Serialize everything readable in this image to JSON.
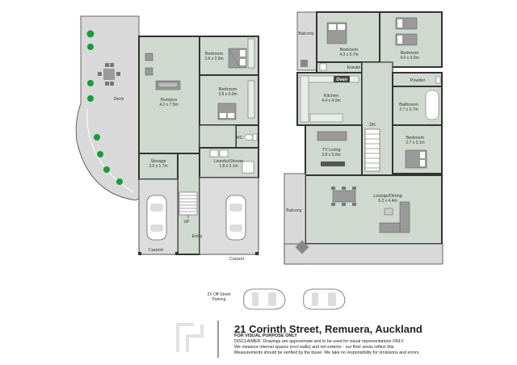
{
  "address": "21 Corinth Street, Remuera, Auckland",
  "visual_note": "FOR VISUAL PURPOSE ONLY",
  "disclaimer": [
    "DISCLAIMER:  Drawings are approximate and to be used for visual representations ONLY.",
    "We measure internal spaces (excl walls) and not exterior - our floor areas reflect this.",
    "Measurements should be verified by the buyer. We take no responsibility for omissions and errors."
  ],
  "parking_label": [
    "2X Off-Street",
    "Parking"
  ],
  "lower_floor": {
    "deck": "Deck",
    "rumpus": {
      "name": "Rumpus",
      "size": "4.2 x 7.5m"
    },
    "bedroom_top": {
      "name": "Bedroom",
      "size": "3.6 x 2.9m"
    },
    "bedroom_mid": {
      "name": "Bedroom",
      "size": "3.8 x 3.0m"
    },
    "wc": "WC",
    "storage": {
      "name": "Storage",
      "size": "3.0 x 1.7m"
    },
    "laundry": {
      "name": "Laundry/Shower",
      "size": "1.8 x 2.1m"
    },
    "up": "UP",
    "entry": "Entry",
    "carport_left": "Carport",
    "carport_right": "Carport"
  },
  "upper_floor": {
    "balcony_top": "Balcony",
    "bedroom_master": {
      "name": "Bedroom",
      "size": "4.3 x 3.7m"
    },
    "bedroom_right": {
      "name": "Bedroom",
      "size": "4.0 x 3.6m"
    },
    "ensuite": "Ensuite",
    "powder": "Powder",
    "oven": "Oven",
    "kitchen": {
      "name": "Kitchen",
      "size": "4.4 x 4.0m"
    },
    "bathroom": {
      "name": "Bathroom",
      "size": "2.7 x 3.7m"
    },
    "dn": "DN",
    "bedroom_small": {
      "name": "Bedroom",
      "size": "2.7 x 3.1m"
    },
    "tv_living": {
      "name": "TV Living",
      "size": "3.8 x 5.0m"
    },
    "lounge_dining": {
      "name": "Lounge/Dining",
      "size": "6.2 x 4.4m"
    },
    "balcony_left": "Balcony"
  },
  "colors": {
    "room": "#cfd9cf",
    "deck": "#d9d9d9",
    "wall": "#333333"
  }
}
